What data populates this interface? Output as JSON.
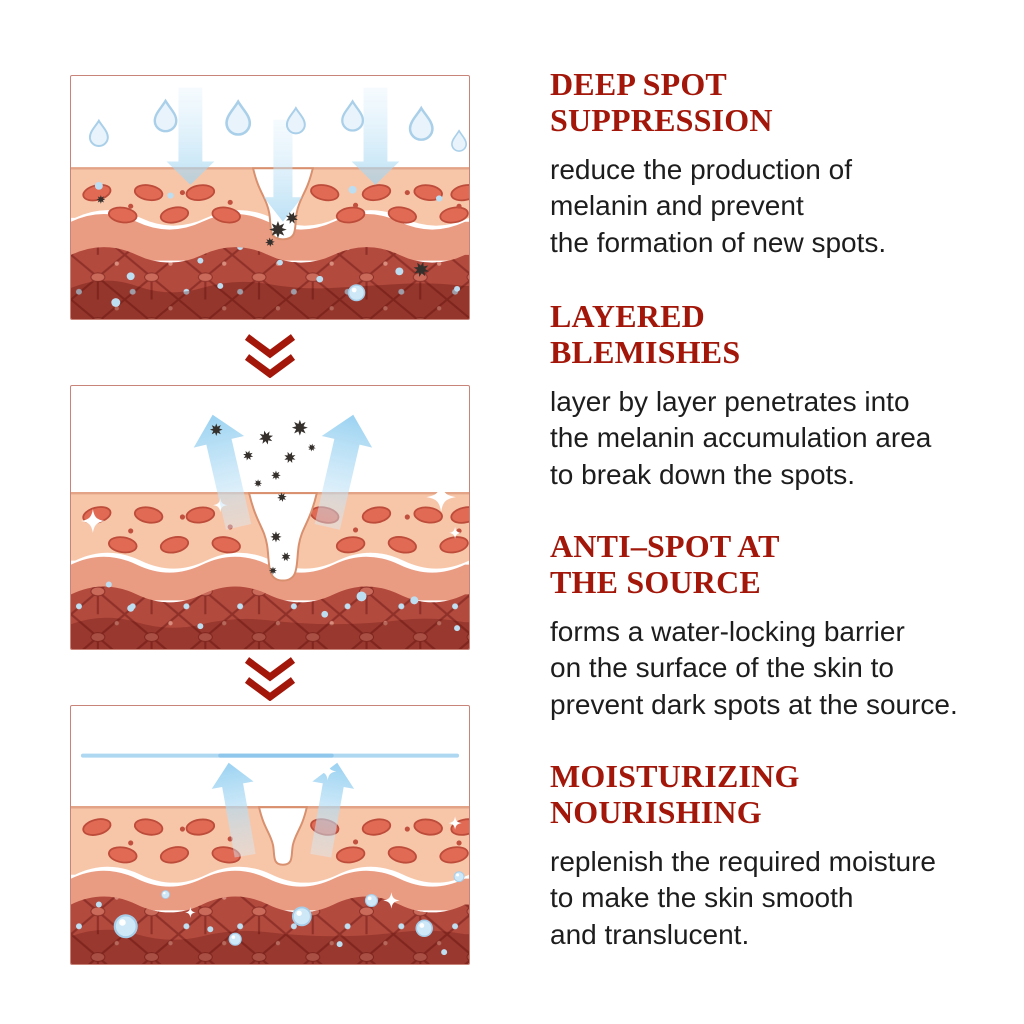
{
  "page": {
    "background": "#ffffff"
  },
  "colors": {
    "heading_red": "#a2170a",
    "body_text": "#1d1d1d",
    "panel_border": "#c9847a",
    "chevron_red": "#a2170a",
    "accent_blue": "#aed7f2",
    "skin_epidermis": "#f7c6a9",
    "skin_dermis": "#b24a3e",
    "melanin_spot": "#35302c"
  },
  "separator": {
    "type": "double-chevron-down",
    "count": 2
  },
  "sections": [
    {
      "heading": "DEEP SPOT\nSUPPRESSION",
      "body": "reduce the production of\nmelanin and prevent\nthe formation of new spots."
    },
    {
      "heading": "LAYERED\nBLEMISHES",
      "body": "layer by layer penetrates into\nthe melanin accumulation area\nto break down the spots."
    },
    {
      "heading": "ANTI–SPOT AT\nTHE SOURCE",
      "body": "forms a water-locking barrier\non the surface of the skin to\nprevent dark spots at the source."
    },
    {
      "heading": "MOISTURIZING\nNOURISHING",
      "body": "replenish the required moisture\nto make the skin smooth\nand translucent."
    }
  ]
}
